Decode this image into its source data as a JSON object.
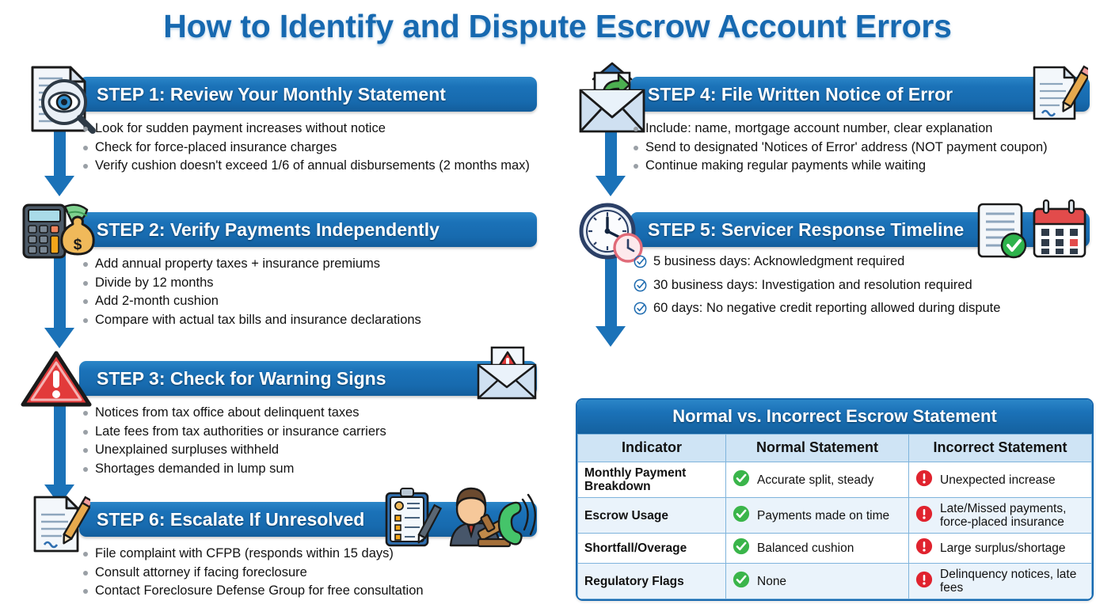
{
  "title": "How to Identify and Dispute Escrow Account Errors",
  "theme": {
    "title_color": "#1769b0",
    "bar_color": "#1b72b8",
    "arrow_color": "#1b72b8",
    "table_border": "#1769b0",
    "table_header_bg": "#cfe4f5",
    "good_color": "#35b14a",
    "bad_color": "#e0232e"
  },
  "steps": [
    {
      "id": "step1",
      "heading": "STEP 1: Review Your Monthly Statement",
      "icon": "document-magnifier-eye-icon",
      "bullets": [
        "Look for sudden payment increases without notice",
        "Check for force-placed insurance charges",
        "Verify cushion doesn't exceed 1/6 of annual disbursements (2 months max)"
      ]
    },
    {
      "id": "step2",
      "heading": "STEP 2: Verify Payments Independently",
      "icon": "calculator-money-bag-icon",
      "bullets": [
        "Add annual property taxes + insurance premiums",
        "Divide by 12 months",
        "Add 2-month cushion",
        "Compare with actual tax bills and insurance declarations"
      ]
    },
    {
      "id": "step3",
      "heading": "STEP 3: Check for Warning Signs",
      "icon": "warning-triangle-icon",
      "icon_right": "envelope-warning-icon",
      "bullets": [
        "Notices from tax office about delinquent taxes",
        "Late fees from tax authorities or insurance carriers",
        "Unexplained surpluses withheld",
        "Shortages demanded in lump sum"
      ]
    },
    {
      "id": "step6",
      "heading": "STEP 6: Escalate If Unresolved",
      "icon": "document-pencil-icon",
      "icon_right": "clipboard-lawyer-phone-icon",
      "bullets": [
        "File complaint with CFPB (responds within 15 days)",
        "Consult attorney if facing foreclosure",
        "Contact Foreclosure Defense Group for free consultation"
      ]
    },
    {
      "id": "step4",
      "heading": "STEP 4: File Written Notice of Error",
      "icon": "envelope-send-icon",
      "icon_right": "document-pencil-icon",
      "bullets": [
        "Include: name, mortgage account number, clear explanation",
        "Send to designated 'Notices of Error' address (NOT payment coupon)",
        "Continue making regular payments while waiting"
      ]
    },
    {
      "id": "step5",
      "heading": "STEP 5: Servicer Response Timeline",
      "icon": "clock-timer-icon",
      "icon_right": "document-check-calendar-icon",
      "checks": [
        "5 business days: Acknowledgment required",
        "30 business days: Investigation and resolution required",
        "60 days: No negative credit reporting allowed during dispute"
      ]
    }
  ],
  "comparison_table": {
    "title": "Normal vs. Incorrect Escrow Statement",
    "columns": [
      "Indicator",
      "Normal Statement",
      "Incorrect Statement"
    ],
    "rows": [
      {
        "indicator": "Monthly Payment Breakdown",
        "normal": "Accurate split, steady",
        "normal_icon": "green-check-icon",
        "incorrect": "Unexpected increase",
        "incorrect_icon": "red-alert-icon"
      },
      {
        "indicator": "Escrow Usage",
        "normal": "Payments made on time",
        "normal_icon": "green-check-icon",
        "incorrect": "Late/Missed payments, force-placed insurance",
        "incorrect_icon": "red-alert-icon"
      },
      {
        "indicator": "Shortfall/Overage",
        "normal": "Balanced cushion",
        "normal_icon": "green-check-icon",
        "incorrect": "Large surplus/shortage",
        "incorrect_icon": "red-alert-icon"
      },
      {
        "indicator": "Regulatory Flags",
        "normal": "None",
        "normal_icon": "green-check-icon",
        "incorrect": "Delinquency notices, late fees",
        "incorrect_icon": "red-alert-icon"
      }
    ]
  }
}
